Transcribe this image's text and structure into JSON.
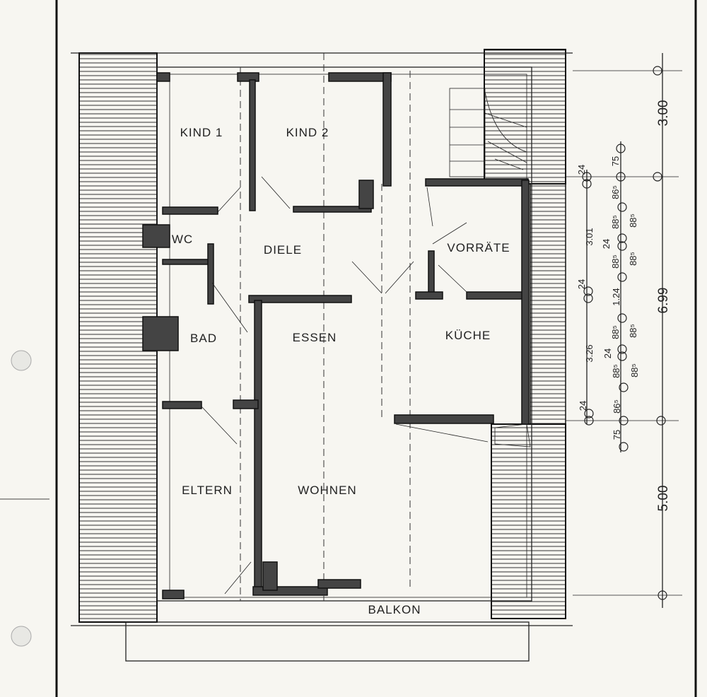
{
  "rooms": {
    "kind1": "KIND 1",
    "kind2": "KIND 2",
    "wc": "WC",
    "diele": "DIELE",
    "vorraete": "VORRÄTE",
    "bad": "BAD",
    "essen": "ESSEN",
    "kueche": "KÜCHE",
    "eltern": "ELTERN",
    "wohnen": "WOHNEN",
    "balkon": "BALKON"
  },
  "dimensions": {
    "outer": [
      "3.00",
      "6.99",
      "5.00"
    ],
    "middle": [
      "3.01",
      "3.26"
    ],
    "wall_24": [
      "24",
      "24",
      "24"
    ],
    "column_a": [
      "75",
      "86⁵",
      "88⁵",
      "24",
      "88⁵",
      "1.24",
      "88⁵",
      "24",
      "88⁵",
      "86⁵",
      "75"
    ],
    "column_b": [
      "88⁵",
      "88⁵",
      "88⁵",
      "88⁵"
    ]
  }
}
